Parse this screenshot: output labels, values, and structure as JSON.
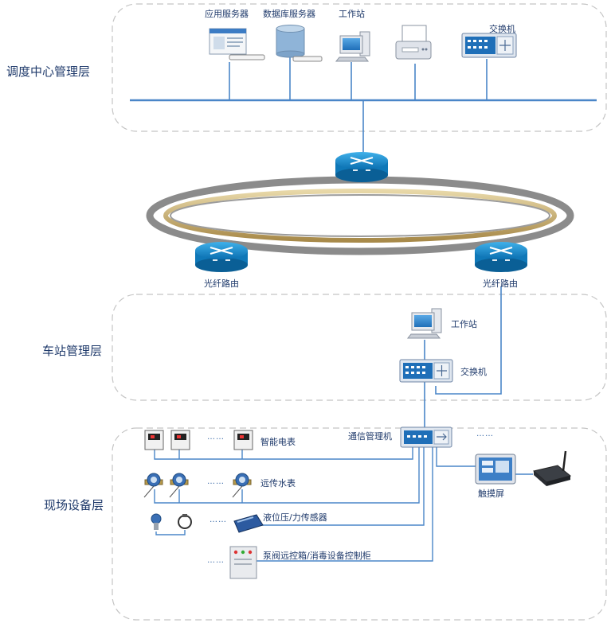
{
  "layers": {
    "dispatch": "调度中心管理层",
    "station": "车站管理层",
    "field": "现场设备层"
  },
  "dispatch": {
    "app_server": "应用服务器",
    "db_server": "数据库服务器",
    "workstation": "工作站",
    "switch": "交换机"
  },
  "ring": {
    "left_router": "光纤路由",
    "right_router": "光纤路由"
  },
  "station": {
    "workstation": "工作站",
    "switch": "交换机"
  },
  "field": {
    "comm_manager": "通信管理机",
    "smart_meter": "智能电表",
    "water_meter": "远传水表",
    "pressure_sensor": "液位压/力传感器",
    "control_cabinet": "泵阀远控箱/消毒设备控制柜",
    "touch_screen": "触摸屏",
    "ellipsis": "……"
  },
  "colors": {
    "line": "#4a86c8",
    "frame": "#c4c4c4",
    "router": "#1e88c9",
    "text": "#1f3a6b"
  }
}
